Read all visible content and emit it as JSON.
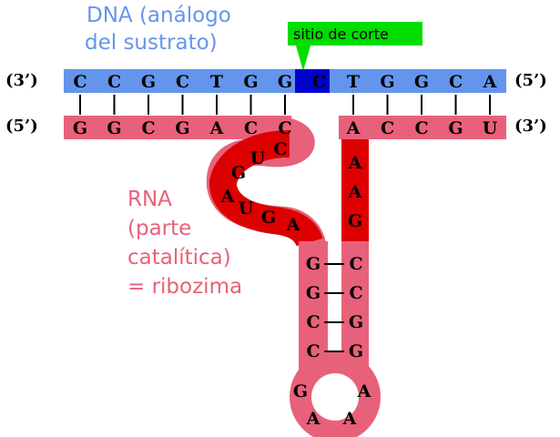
{
  "dna_label": [
    "DNA (análogo",
    "del sustrato)"
  ],
  "rna_label": [
    "RNA",
    "(parte",
    "catalítica)",
    "= ribozima"
  ],
  "cut_site_label": "sitio de corte",
  "ends": {
    "dna_left": "(3’)",
    "dna_right": "(5’)",
    "rna_left": "(5’)",
    "rna_right": "(3’)"
  },
  "dna_strand": [
    "C",
    "C",
    "G",
    "C",
    "T",
    "G",
    "G",
    "C",
    "T",
    "G",
    "G",
    "C",
    "A"
  ],
  "rna_top_left": [
    "G",
    "G",
    "C",
    "G",
    "A",
    "C",
    "C"
  ],
  "rna_top_right": [
    "A",
    "C",
    "C",
    "G",
    "U"
  ],
  "rna_loop_core": [
    "C",
    "U",
    "G",
    "A",
    "U",
    "G",
    "A"
  ],
  "rna_right_arm": [
    "A",
    "A",
    "G"
  ],
  "stem_left": [
    "G",
    "G",
    "C",
    "C"
  ],
  "stem_right": [
    "C",
    "C",
    "G",
    "G"
  ],
  "hairpin_loop": [
    "G",
    "A",
    "A",
    "A"
  ],
  "colors": {
    "dna": "#6495ed",
    "dna_text": "#6495ed",
    "cut_highlight": "#0000cd",
    "rna": "#e8617a",
    "rna_text": "#e8617a",
    "catalytic_core": "#dd0000",
    "callout": "#00dd00",
    "base": "#000000"
  }
}
